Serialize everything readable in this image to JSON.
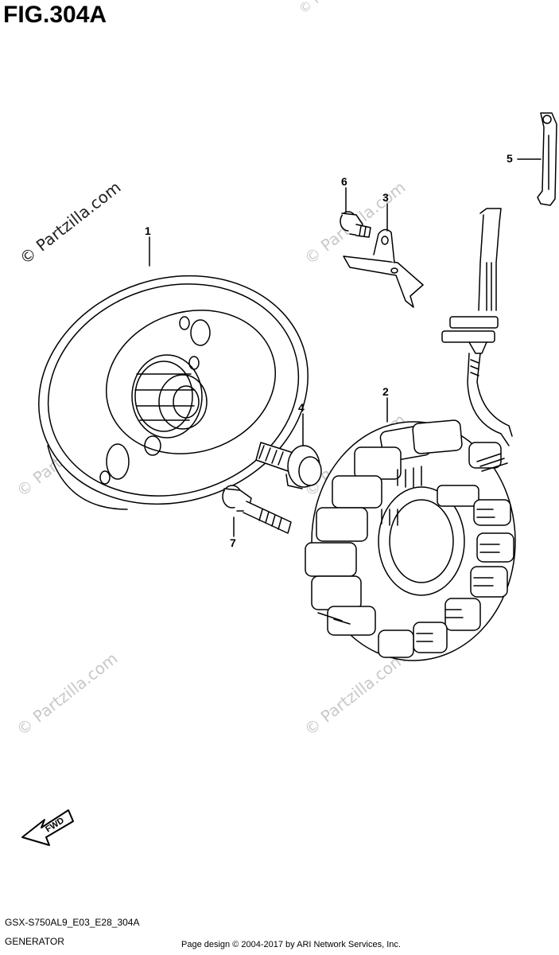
{
  "figure": {
    "title": "FIG.304A",
    "code": "GSX-S750AL9_E03_E28_304A",
    "section": "GENERATOR",
    "fwd_label": "FWD"
  },
  "callouts": [
    "1",
    "2",
    "3",
    "4",
    "5",
    "6",
    "7"
  ],
  "watermark": "© Partzilla.com",
  "footer": "Page design © 2004-2017 by ARI Network Services, Inc."
}
